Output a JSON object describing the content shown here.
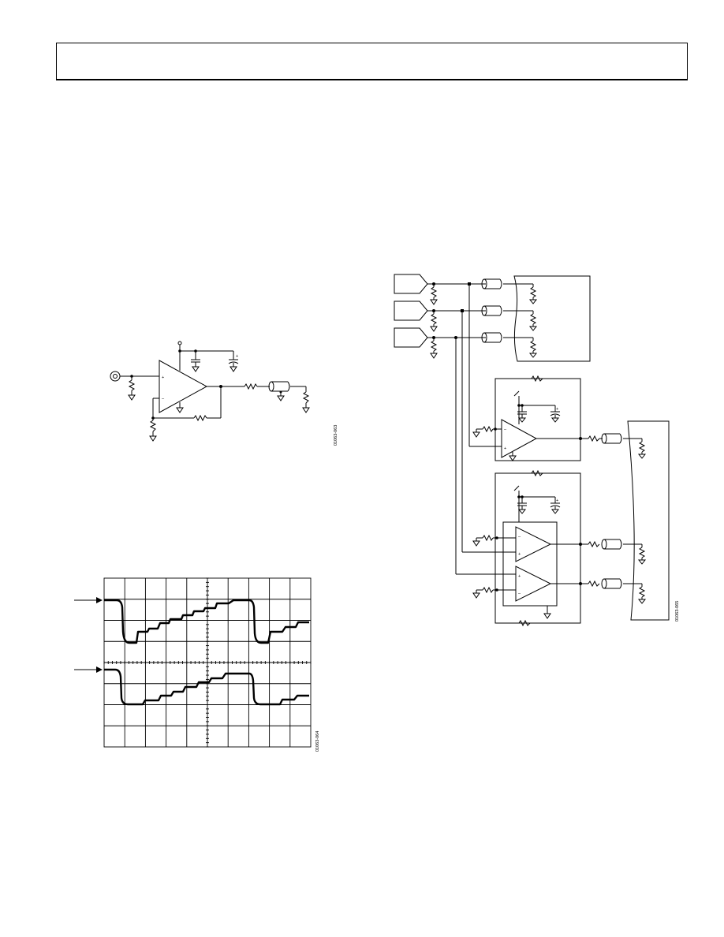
{
  "header": {
    "text": ""
  },
  "figures": {
    "fig1": {
      "id": "01063-063",
      "opamp_plus": "+",
      "opamp_minus": "–",
      "cap_plus": "+"
    },
    "fig2": {
      "id": "01063-064"
    },
    "fig3": {
      "id": "01063-065",
      "opamp_minus": "–",
      "opamp_plus": "+",
      "cap_plus": "+"
    }
  }
}
